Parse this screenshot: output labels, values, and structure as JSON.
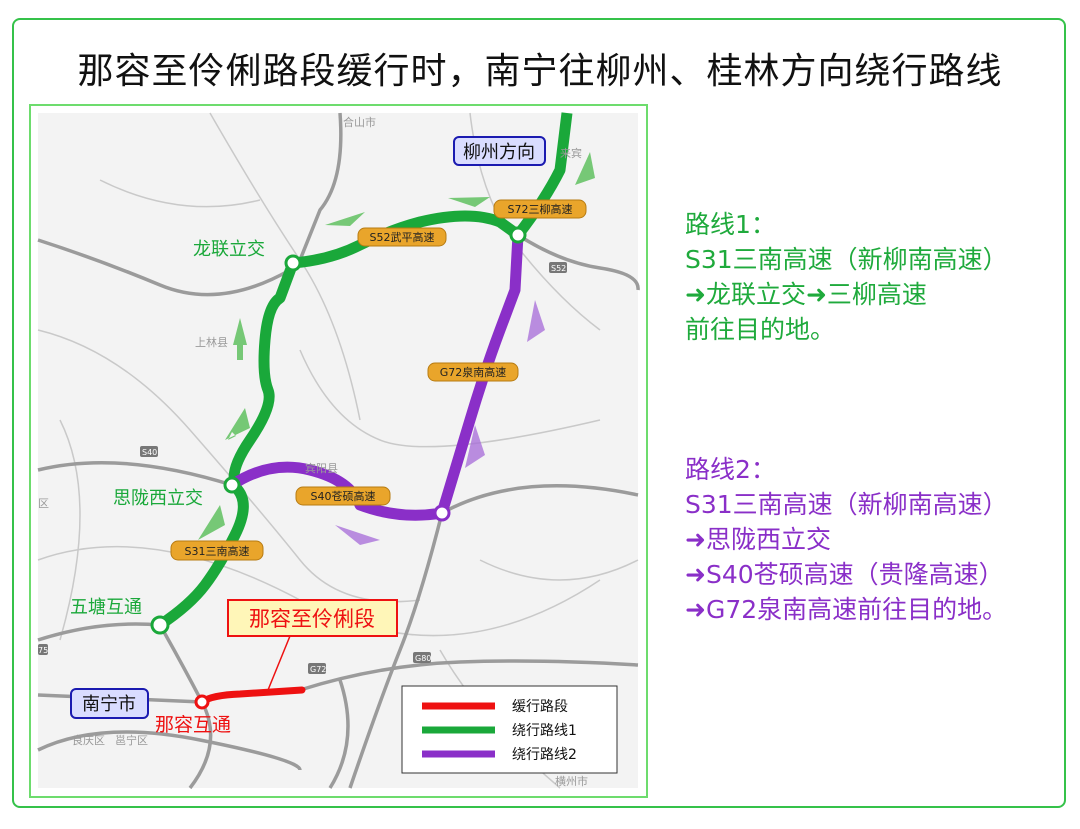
{
  "title": "那容至伶俐路段缓行时，南宁往柳州、桂林方向绕行路线",
  "colors": {
    "congested": "#ee1111",
    "route1": "#1aa83a",
    "route2": "#8a2fc8",
    "frame": "#35c24a"
  },
  "map": {
    "direction_label": "柳州方向",
    "city_label": "南宁市",
    "interchanges": [
      "龙联立交",
      "思陇西立交",
      "五塘互通"
    ],
    "start_interchange": "那容互通",
    "highway_shields": [
      "S52武平高速",
      "S72三柳高速",
      "G72泉南高速",
      "S40苍硕高速",
      "S31三南高速"
    ],
    "callout": "那容至伶俐段",
    "place_labels": [
      "合山市",
      "来宾",
      "上林县",
      "宾阳县",
      "良庆区",
      "邕宁区",
      "横州市",
      "区"
    ],
    "road_badges": [
      "S52",
      "S40",
      "G72",
      "G80",
      "75"
    ],
    "legend": [
      {
        "label": "缓行路段",
        "color": "#ee1111"
      },
      {
        "label": "绕行路线1",
        "color": "#1aa83a"
      },
      {
        "label": "绕行路线2",
        "color": "#8a2fc8"
      }
    ]
  },
  "route1": {
    "heading": "路线1：",
    "lines": [
      "S31三南高速（新柳南高速）",
      "➜龙联立交➜三柳高速",
      "前往目的地。"
    ]
  },
  "route2": {
    "heading": "路线2：",
    "lines": [
      "S31三南高速（新柳南高速）",
      "➜思陇西立交",
      "➜S40苍硕高速（贵隆高速）",
      "➜G72泉南高速前往目的地。"
    ]
  }
}
